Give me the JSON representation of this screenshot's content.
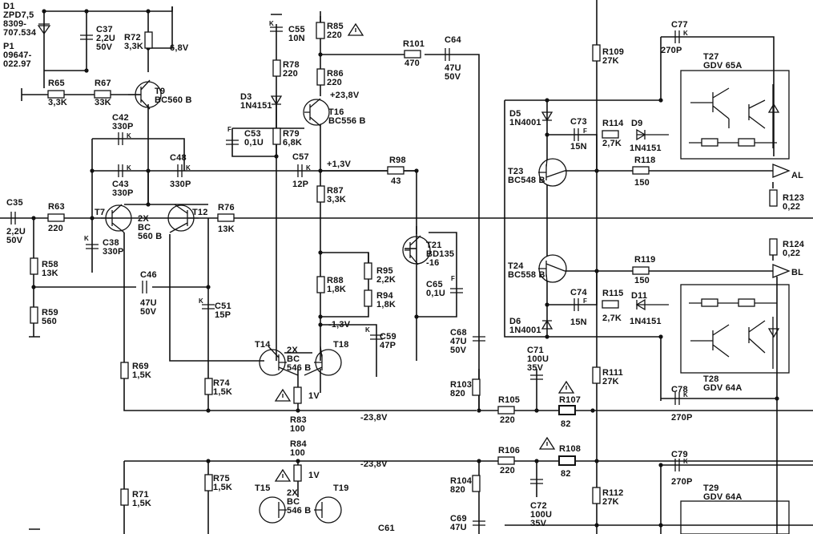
{
  "labels": {
    "D1": "D1",
    "ZPD7": "ZPD7,5",
    "P8309": "8309-",
    "P707": "707.534",
    "P1": "P1",
    "P09647": "09647-",
    "P022": "022.97",
    "C37": "C37",
    "C37v": "2,2U",
    "C37u": "50V",
    "R72": "R72",
    "R72v": "3,3K",
    "v68": "6,8V",
    "R65": "R65",
    "R65v": "3,3K",
    "R67": "R67",
    "R67v": "33K",
    "T9": "T9",
    "T9t": "BC560 B",
    "C42": "C42",
    "C42v": "330P",
    "C43": "C43",
    "C43v": "330P",
    "C48": "C48",
    "C48v": "330P",
    "C35": "C35",
    "C35v": "2,2U",
    "C35u": "50V",
    "R63": "R63",
    "R63v": "220",
    "T7": "T7",
    "T12": "T12",
    "T7t1": "2X",
    "T7t2": "BC",
    "T7t3": "560 B",
    "C38": "C38",
    "C38v": "330P",
    "R76": "R76",
    "R76v": "13K",
    "R58": "R58",
    "R58v": "13K",
    "R59": "R59",
    "R59v": "560",
    "C46": "C46",
    "C46v": "47U",
    "C46u": "50V",
    "C51": "C51",
    "C51v": "15P",
    "R69": "R69",
    "R69v": "1,5K",
    "R74": "R74",
    "R74v": "1,5K",
    "C55": "C55",
    "C55v": "10N",
    "R85": "R85",
    "R85v": "220",
    "R78": "R78",
    "R78v": "220",
    "D3": "D3",
    "D3t": "1N4151",
    "R86": "R86",
    "R86v": "220",
    "v238p": "+23,8V",
    "T16": "T16",
    "T16t": "BC556 B",
    "C53": "C53",
    "C53v": "0,1U",
    "R79": "R79",
    "R79v": "6,8K",
    "C57": "C57",
    "C57v": "12P",
    "v13p": "+1,3V",
    "R87": "R87",
    "R87v": "3,3K",
    "R88": "R88",
    "R88v": "1,8K",
    "R95": "R95",
    "R95v": "2,2K",
    "R94": "R94",
    "R94v": "1,8K",
    "v13n": "-1,3V",
    "C59": "C59",
    "C59v": "47P",
    "T14": "T14",
    "T18": "T18",
    "T14t1": "2X",
    "T14t2": "BC",
    "T14t3": "546 B",
    "v1a": "1V",
    "R83": "R83",
    "R83v": "100",
    "v238n": "-23,8V",
    "R84": "R84",
    "R84v": "100",
    "v238n2": "-23,8V",
    "v1b": "1V",
    "R75": "R75",
    "R75v": "1,5K",
    "R71": "R71",
    "R71v": "1,5K",
    "T15": "T15",
    "T19": "T19",
    "T15t1": "2X",
    "T15t2": "BC",
    "T15t3": "546 B",
    "C61": "C61",
    "R101": "R101",
    "R101v": "470",
    "C64": "C64",
    "C64v": "47U",
    "C64u": "50V",
    "R98": "R98",
    "R98v": "43",
    "T21": "T21",
    "T21t": "BD135",
    "T21t2": "-16",
    "C65": "C65",
    "C65v": "0,1U",
    "C68": "C68",
    "C68v": "47U",
    "C68u": "50V",
    "R103": "R103",
    "R103v": "820",
    "C71": "C71",
    "C71v": "100U",
    "C71u": "35V",
    "R105": "R105",
    "R105v": "220",
    "R107": "R107",
    "R107v": "82",
    "R106": "R106",
    "R106v": "220",
    "R108": "R108",
    "R108v": "82",
    "R104": "R104",
    "R104v": "820",
    "C72": "C72",
    "C72v": "100U",
    "C72u": "35V",
    "C69": "C69",
    "C69v": "47U",
    "D5": "D5",
    "D5t": "1N4001",
    "C73": "C73",
    "C73v": "15N",
    "R114": "R114",
    "R114v": "2,7K",
    "D9": "D9",
    "D9t": "1N4151",
    "T23": "T23",
    "T23t": "BC548 B",
    "R118": "R118",
    "R118v": "150",
    "T24": "T24",
    "T24t": "BC558 B",
    "R119": "R119",
    "R119v": "150",
    "C74": "C74",
    "C74v": "15N",
    "R115": "R115",
    "R115v": "2,7K",
    "D11": "D11",
    "D11t": "1N4151",
    "D6": "D6",
    "D6t": "1N4001",
    "R109": "R109",
    "R109v": "27K",
    "R111": "R111",
    "R111v": "27K",
    "R112": "R112",
    "R112v": "27K",
    "C77": "C77",
    "C77v": "270P",
    "T27": "T27",
    "T27t": "GDV 65A",
    "AL": "AL",
    "BL": "BL",
    "R123": "R123",
    "R123v": "0,22",
    "R124": "R124",
    "R124v": "0,22",
    "T28": "T28",
    "T28t": "GDV 64A",
    "C78": "C78",
    "C78v": "270P",
    "C79": "C79",
    "C79v": "270P",
    "T29": "T29",
    "T29t": "GDV 64A",
    "K": "K",
    "F": "F"
  }
}
